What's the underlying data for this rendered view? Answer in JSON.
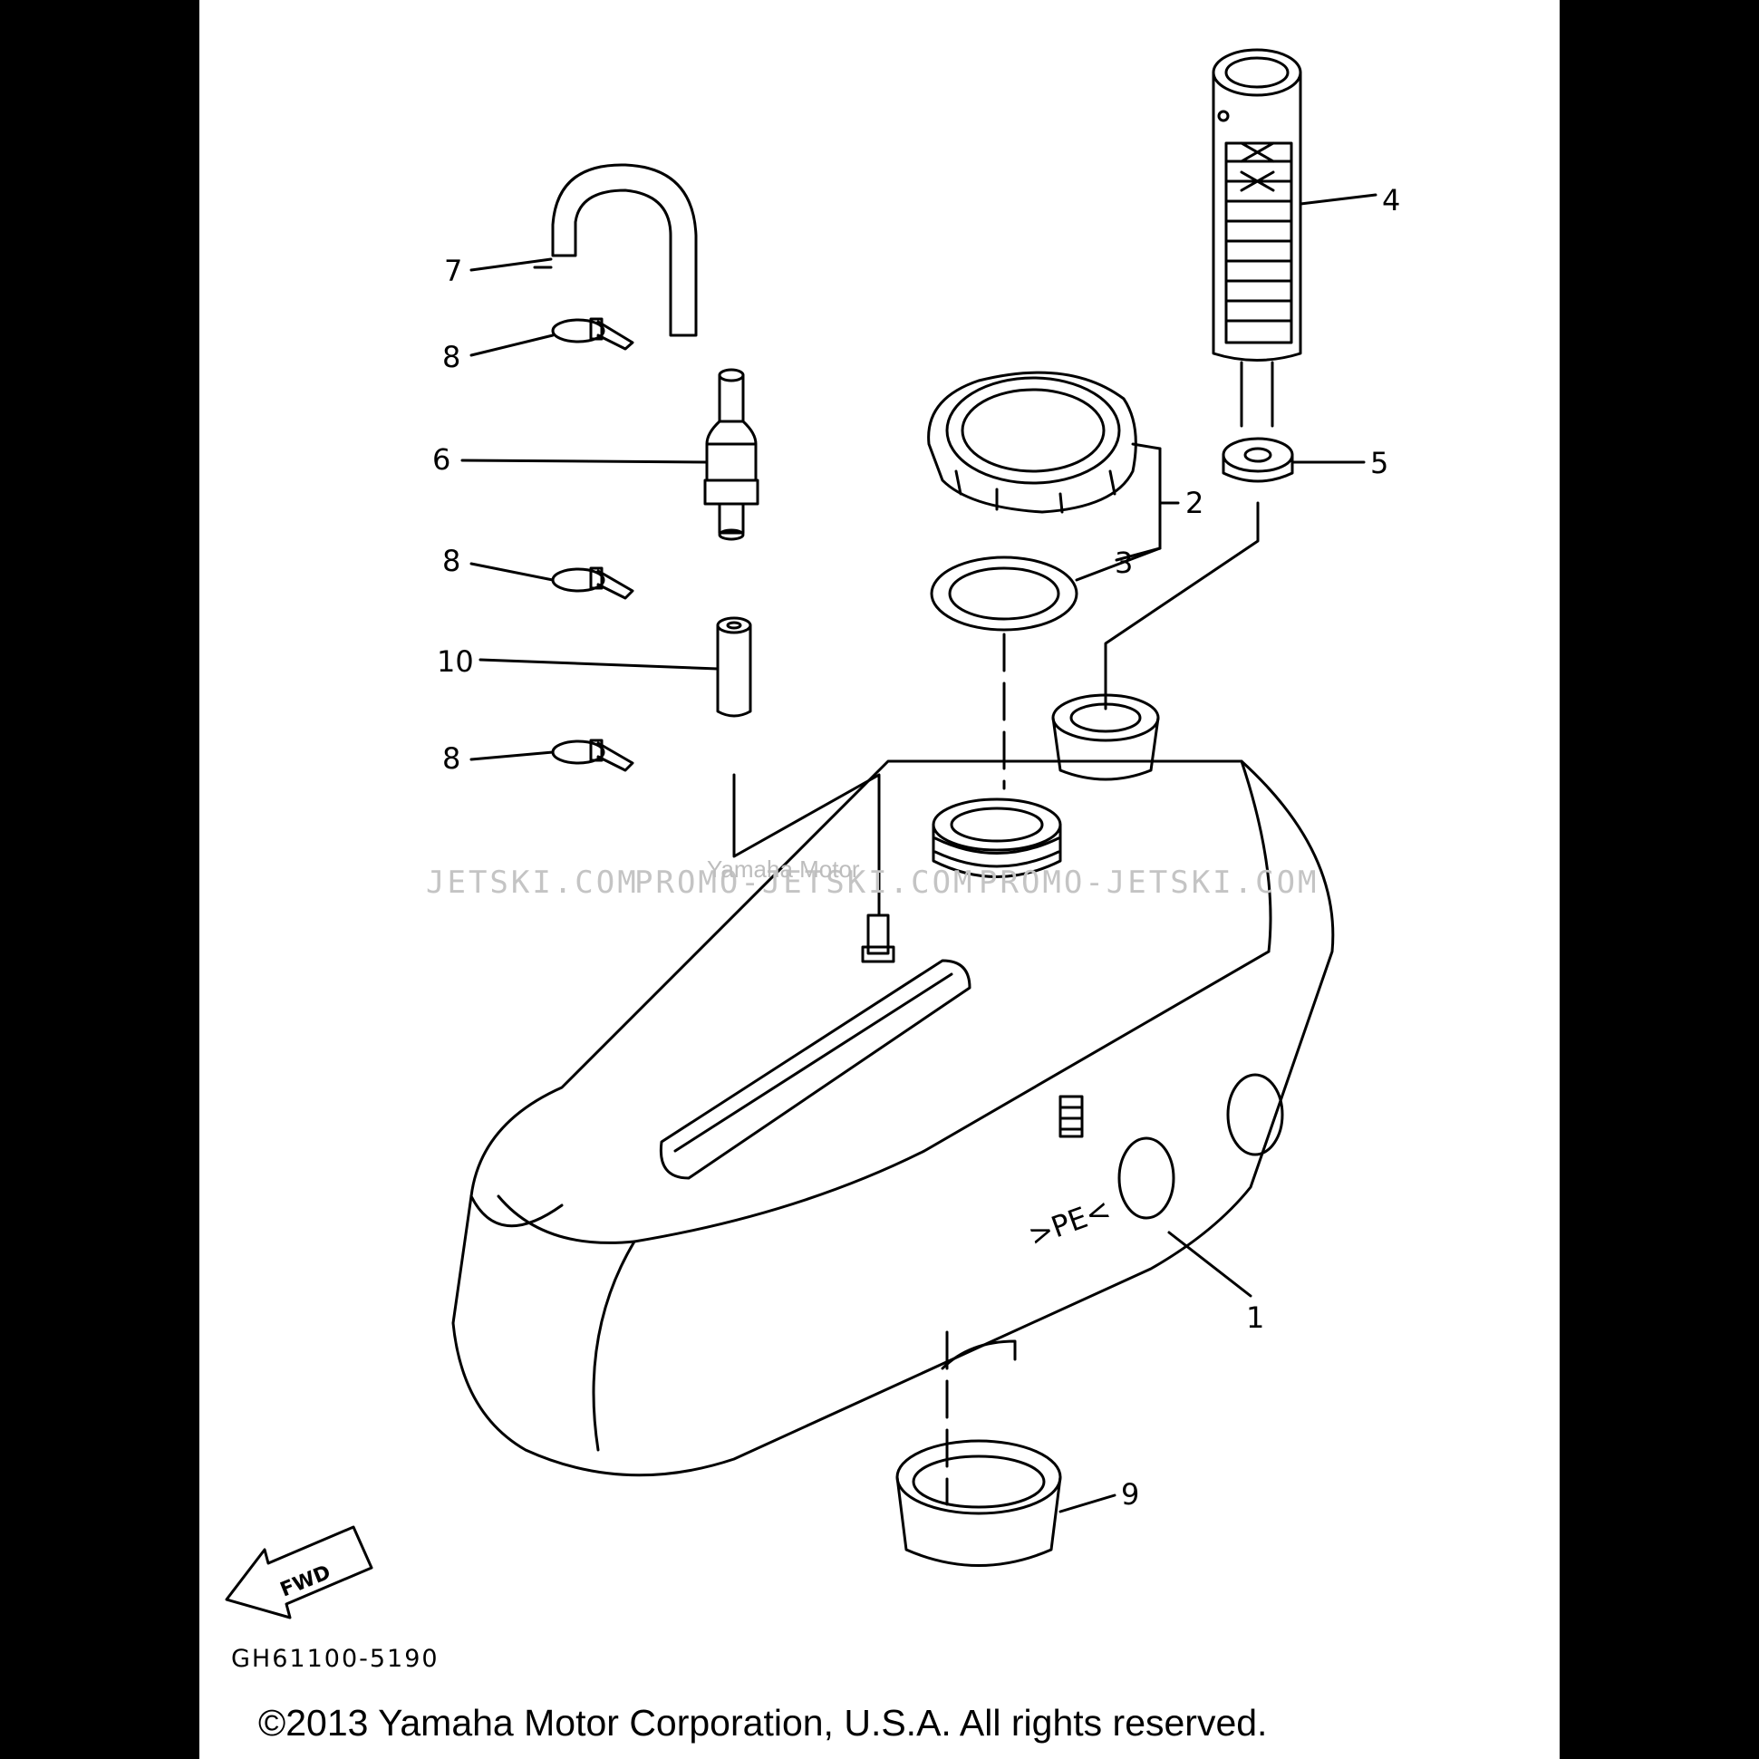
{
  "diagram": {
    "callouts": [
      "1",
      "2",
      "3",
      "4",
      "5",
      "6",
      "7",
      "8",
      "8",
      "8",
      "9",
      "10"
    ],
    "tank_marking": ">PE<",
    "direction_label": "FWD",
    "watermarks": {
      "left": "JETSKI.COM",
      "center": "PROMO-JETSKI.COM",
      "right": "PROMO-JETSKI.COM",
      "overlay": "Yamaha Motor"
    },
    "diagram_code": "GH61100-5190"
  },
  "footer": {
    "copyright": "©2013 Yamaha Motor Corporation, U.S.A. All rights reserved."
  }
}
